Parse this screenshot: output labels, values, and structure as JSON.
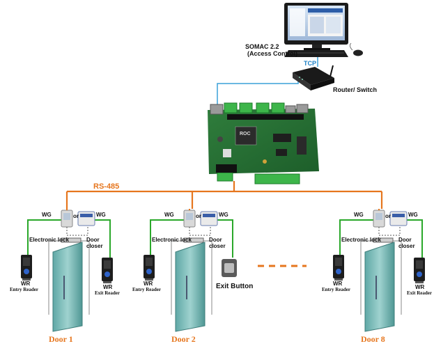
{
  "pc": {
    "software": "SOMAC 2.2",
    "subtitle": "(Access Control)"
  },
  "network": {
    "tcp_label": "TCP",
    "router_label": "Router/ Switch"
  },
  "controller": {
    "chip_label": "ROC"
  },
  "bus": {
    "label": "RS-485"
  },
  "doors": [
    {
      "title": "Door 1",
      "wg_left": "WG",
      "or": "or",
      "wg_right": "WG",
      "lock": "Electronic lock",
      "closer_1": "Door",
      "closer_2": "closer",
      "entry_wr": "WR",
      "entry_label": "Entry Reader",
      "exit_wr": "WR",
      "exit_label": "Exit Reader"
    },
    {
      "title": "Door 2",
      "wg_left": "WG",
      "or": "or",
      "wg_right": "WG",
      "lock": "Electronic lock",
      "closer_1": "Door",
      "closer_2": "closer",
      "entry_wr": "WR",
      "entry_label": "Entry Reader",
      "exit_button": "Exit Button"
    },
    {
      "title": "Door 8",
      "wg_left": "WG",
      "or": "or",
      "wg_right": "WG",
      "lock": "Electronic lock",
      "closer_1": "Door",
      "closer_2": "closer",
      "entry_wr": "WR",
      "entry_label": "Entry Reader",
      "exit_wr": "WR",
      "exit_label": "Exit Reader"
    }
  ],
  "colors": {
    "rs485": "#e6761e",
    "wiegand": "#2aa82a",
    "tcp": "#3aa0d8",
    "door_title": "#e6761e"
  }
}
